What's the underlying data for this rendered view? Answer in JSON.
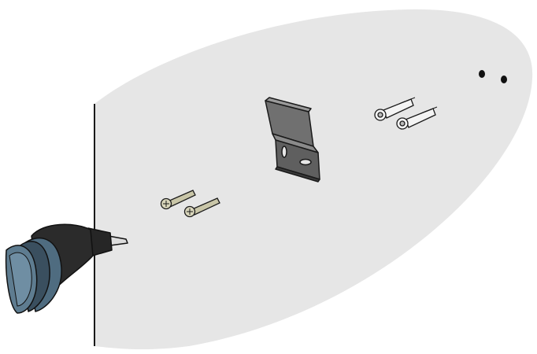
{
  "colors": {
    "background": "#ffffff",
    "wall": "#e6e6e6",
    "outline": "#1a1a1a",
    "bracket": "#6e6e6e",
    "screw": "#c9c6a8",
    "anchor": "#f2f2f2",
    "drill_body": "#2b2b2b",
    "drill_ring": "#4f6c80"
  },
  "icons": {
    "drill": "power-drill",
    "bracket": "mounting-bracket",
    "screws": "wood-screws",
    "anchors": "wall-anchors",
    "holes": "drilled-holes"
  }
}
